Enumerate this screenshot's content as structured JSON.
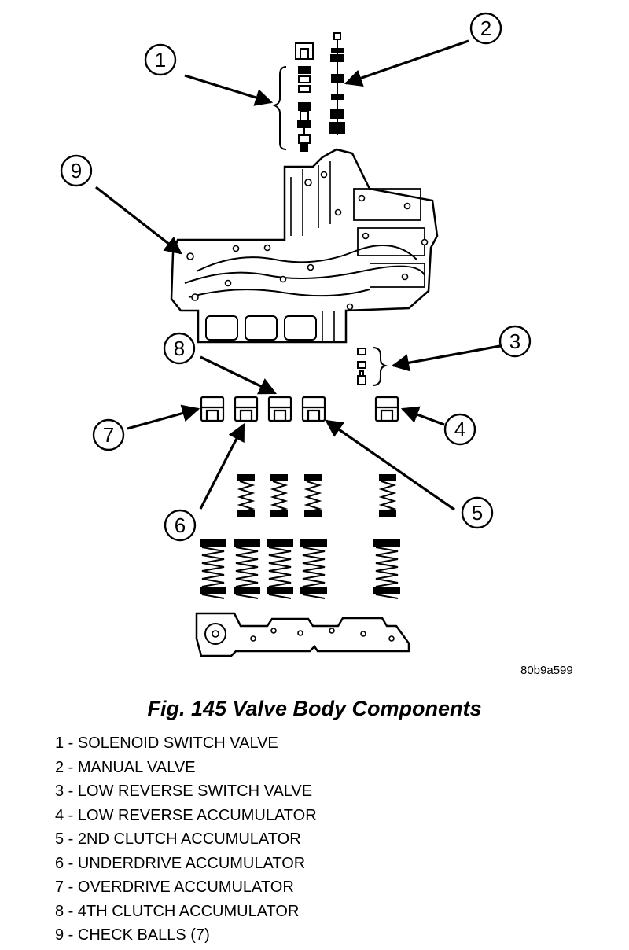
{
  "figure": {
    "code": "80b9a599",
    "caption": "Fig. 145 Valve Body Components"
  },
  "callouts": [
    "1",
    "2",
    "3",
    "4",
    "5",
    "6",
    "7",
    "8",
    "9"
  ],
  "legend": [
    "1 - SOLENOID SWITCH VALVE",
    "2 - MANUAL VALVE",
    "3 - LOW REVERSE SWITCH VALVE",
    "4 - LOW REVERSE ACCUMULATOR",
    "5 - 2ND CLUTCH ACCUMULATOR",
    "6 - UNDERDRIVE ACCUMULATOR",
    "7 - OVERDRIVE ACCUMULATOR",
    "8 - 4TH CLUTCH ACCUMULATOR",
    "9 - CHECK BALLS (7)"
  ]
}
